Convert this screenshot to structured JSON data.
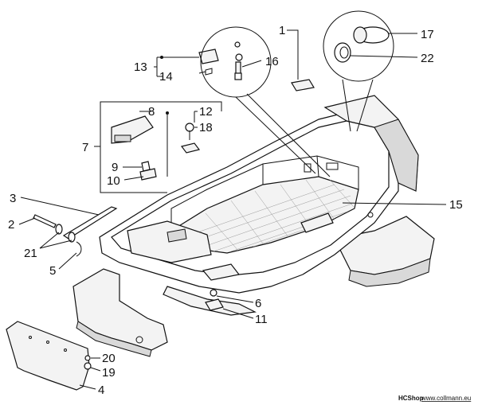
{
  "callouts": [
    {
      "id": "1",
      "label": "1"
    },
    {
      "id": "2",
      "label": "2"
    },
    {
      "id": "3",
      "label": "3"
    },
    {
      "id": "4",
      "label": "4"
    },
    {
      "id": "5",
      "label": "5"
    },
    {
      "id": "6",
      "label": "6"
    },
    {
      "id": "7",
      "label": "7"
    },
    {
      "id": "8",
      "label": "8"
    },
    {
      "id": "9",
      "label": "9"
    },
    {
      "id": "10",
      "label": "10"
    },
    {
      "id": "11",
      "label": "11"
    },
    {
      "id": "12",
      "label": "12"
    },
    {
      "id": "13",
      "label": "13"
    },
    {
      "id": "14",
      "label": "14"
    },
    {
      "id": "15",
      "label": "15"
    },
    {
      "id": "16",
      "label": "16"
    },
    {
      "id": "17",
      "label": "17"
    },
    {
      "id": "18",
      "label": "18"
    },
    {
      "id": "19",
      "label": "19"
    },
    {
      "id": "20",
      "label": "20"
    },
    {
      "id": "21",
      "label": "21"
    },
    {
      "id": "22",
      "label": "22"
    }
  ],
  "footer": {
    "brand": "HCShop",
    "site": "www.collmann.eu"
  },
  "colors": {
    "line": "#111111",
    "fill": "#f3f3f3",
    "shade": "#d9d9d9"
  }
}
